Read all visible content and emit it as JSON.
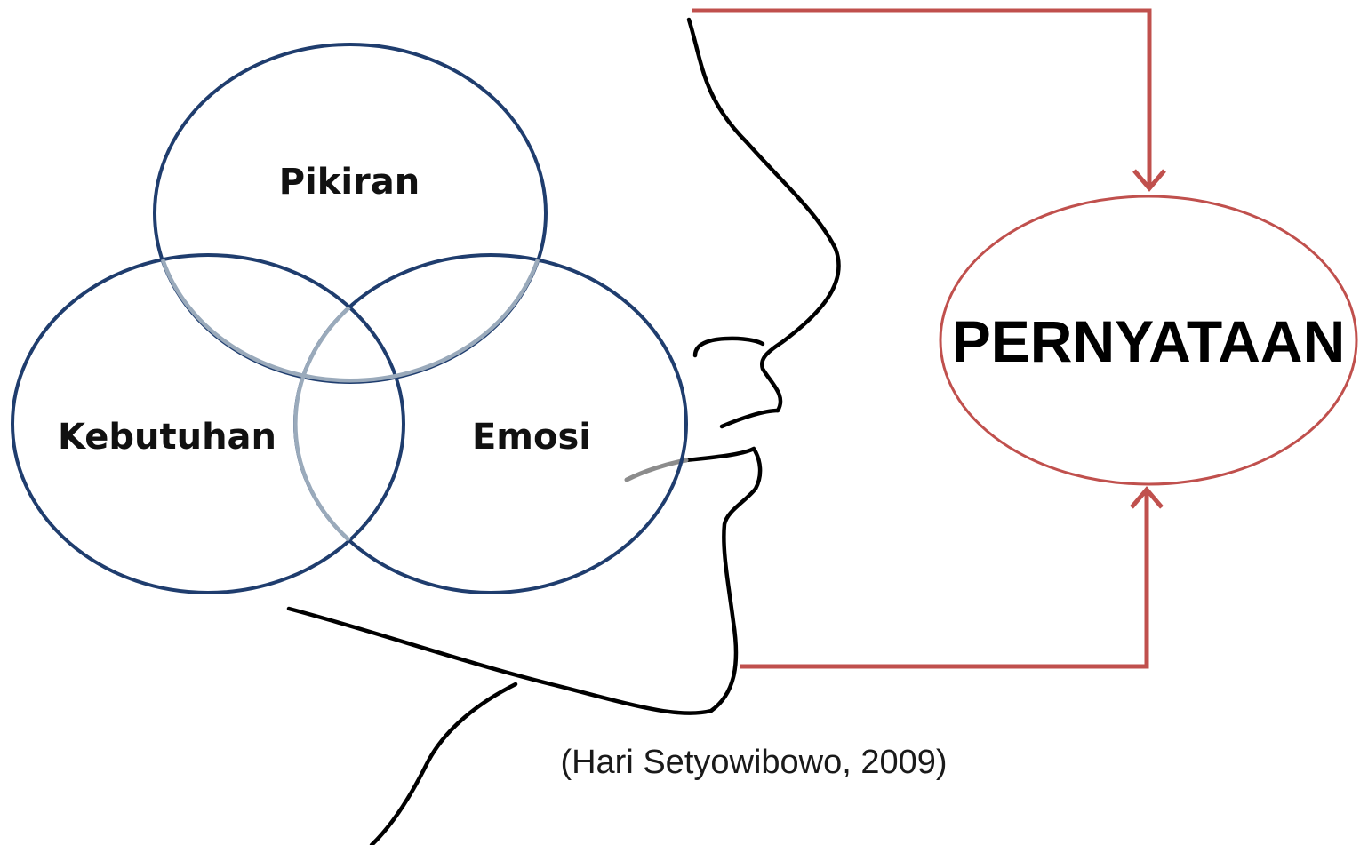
{
  "venn": {
    "top_label": "Pikiran",
    "left_label": "Kebutuhan",
    "right_label": "Emosi"
  },
  "result": {
    "label": "PERNYATAAN"
  },
  "citation": "(Hari Setyowibowo, 2009)",
  "colors": {
    "circle_stroke": "#1f3d6e",
    "overlap_stroke": "#9aaabb",
    "arrow": "#c0504d",
    "result_ellipse": "#c0504d",
    "profile_line": "#000000"
  }
}
